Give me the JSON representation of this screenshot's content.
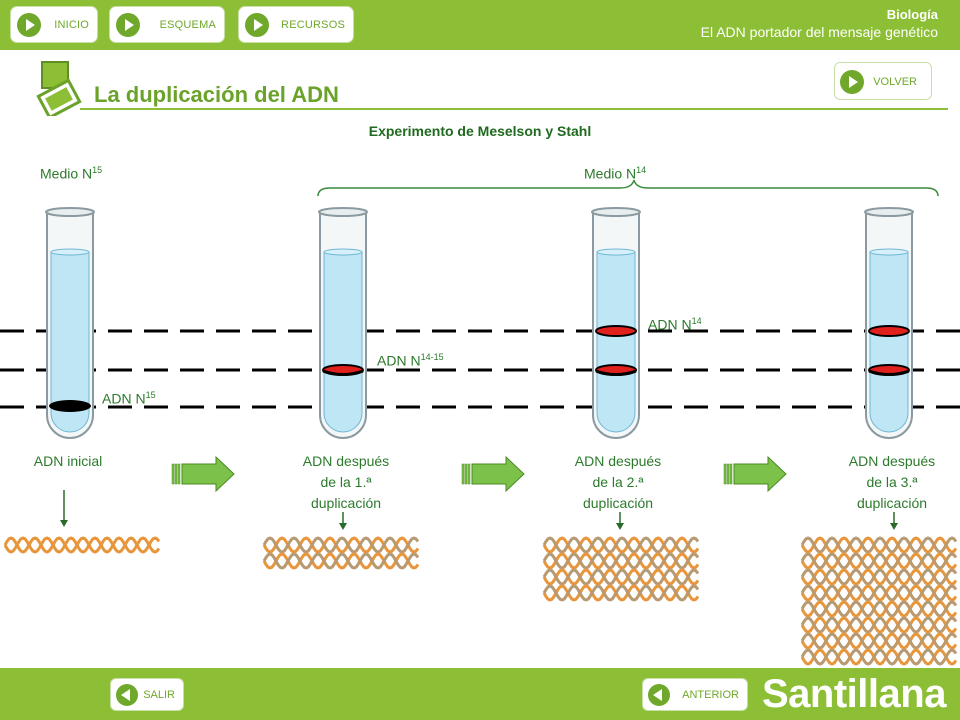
{
  "nav": {
    "inicio": "INICIO",
    "esquema": "ESQUEMA",
    "recursos": "RECURSOS"
  },
  "subject": {
    "name": "Biología",
    "unit": "El ADN portador del mensaje genético"
  },
  "title": "La duplicación del ADN",
  "volver": "VOLVER",
  "experiment_title": "Experimento de Meselson y Stahl",
  "media": {
    "n15": {
      "label": "Medio N",
      "sup": "15"
    },
    "n14": {
      "label": "Medio N",
      "sup": "14"
    }
  },
  "band_labels": {
    "n15": {
      "label": "ADN N",
      "sup": "15"
    },
    "n14_15": {
      "label": "ADN N",
      "sup": "14-15"
    },
    "n14": {
      "label": "ADN N",
      "sup": "14"
    }
  },
  "captions": {
    "initial": "ADN inicial",
    "gen1": [
      "ADN después",
      "de la 1.ª",
      "duplicación"
    ],
    "gen2": [
      "ADN después",
      "de la 2.ª",
      "duplicación"
    ],
    "gen3": [
      "ADN después",
      "de la 3.ª",
      "duplicación"
    ]
  },
  "footer": {
    "salir": "SALIR",
    "anterior": "ANTERIOR",
    "brand": "Santillana"
  },
  "colors": {
    "green_bar": "#8cbf35",
    "tube_liquid": "#bfe6f5",
    "heavy_band": "#000000",
    "light_band": "#e0201c",
    "strand_orange": "#e8963c",
    "strand_tan": "#b89a72"
  },
  "tubes": [
    {
      "bands": [
        "heavy"
      ]
    },
    {
      "bands": [
        "hybrid"
      ]
    },
    {
      "bands": [
        "light",
        "hybrid"
      ]
    },
    {
      "bands": [
        "light",
        "hybrid"
      ]
    }
  ],
  "dna_rows": [
    1,
    2,
    4,
    8
  ]
}
